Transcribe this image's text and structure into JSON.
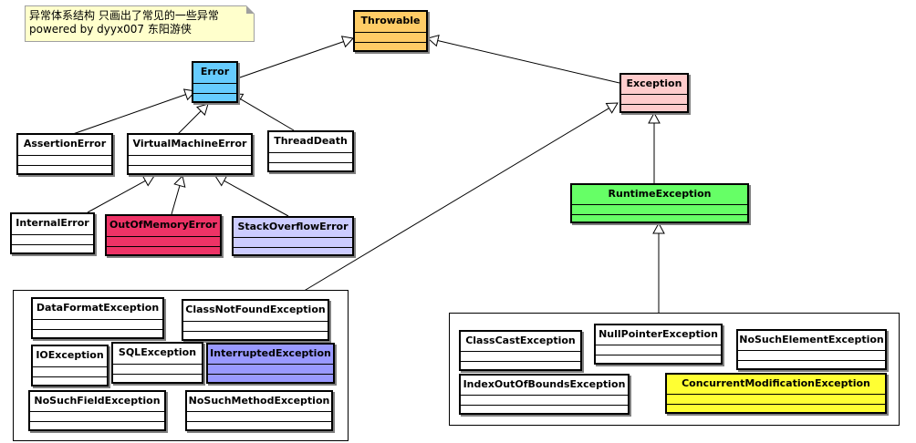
{
  "note": {
    "line1": "异常体系结构 只画出了常见的一些异常",
    "line2": "powered by dyyx007 东阳游侠"
  },
  "colors": {
    "throwable": "#ffcc66",
    "error": "#66ccff",
    "exception": "#ffcccc",
    "runtime": "#66ff66",
    "oom": "#ee3366",
    "stackoverflow": "#ccccff",
    "interrupted": "#9999ff",
    "concurrent": "#ffff33",
    "plain": "#ffffff"
  },
  "classes": {
    "throwable": "Throwable",
    "error": "Error",
    "exception": "Exception",
    "assertion_error": "AssertionError",
    "virtual_machine_error": "VirtualMachineError",
    "thread_death": "ThreadDeath",
    "internal_error": "InternalError",
    "out_of_memory_error": "OutOfMemoryError",
    "stack_overflow_error": "StackOverflowError",
    "runtime_exception": "RuntimeException",
    "data_format_exception": "DataFormatException",
    "class_not_found_exception": "ClassNotFoundException",
    "io_exception": "IOException",
    "sql_exception": "SQLException",
    "interrupted_exception": "InterruptedException",
    "no_such_field_exception": "NoSuchFieldException",
    "no_such_method_exception": "NoSuchMethodException",
    "class_cast_exception": "ClassCastException",
    "null_pointer_exception": "NullPointerException",
    "no_such_element_exception": "NoSuchElementException",
    "index_out_of_bounds_exception": "IndexOutOfBoundsException",
    "concurrent_modification_exception": "ConcurrentModificationException"
  }
}
